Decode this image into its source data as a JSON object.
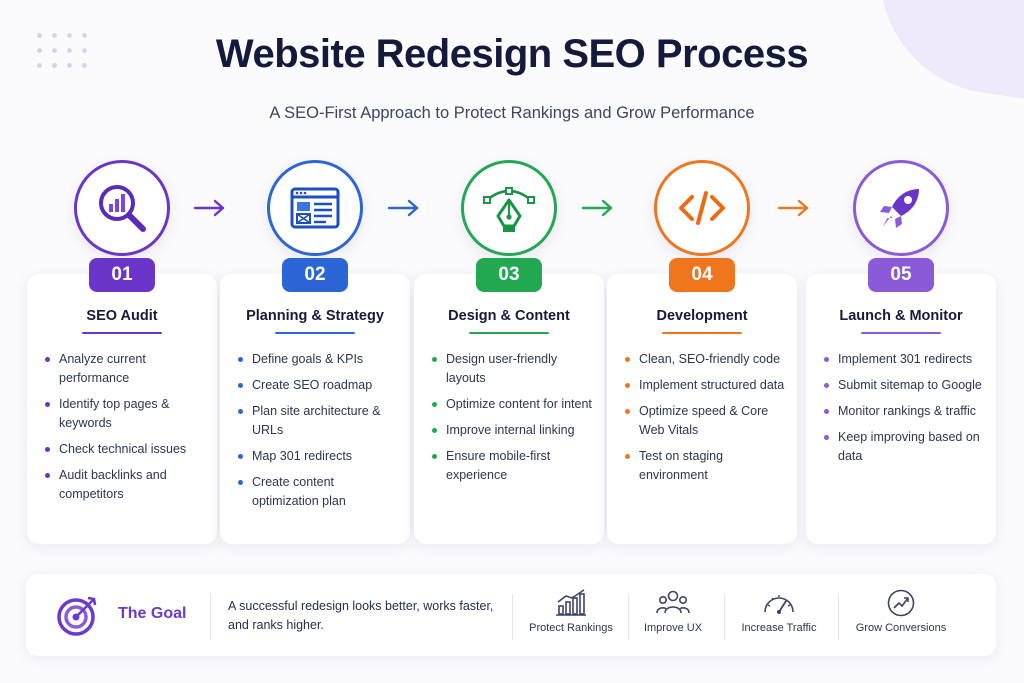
{
  "header": {
    "title": "Website Redesign SEO Process",
    "subtitle": "A SEO-First Approach to Protect Rankings and Grow Performance"
  },
  "colors": {
    "purple": "#6b35c9",
    "blue": "#2c66d6",
    "green": "#22a850",
    "orange": "#f0761e",
    "violet": "#8a5ad8",
    "goal_accent": "#6a3ad0"
  },
  "steps": [
    {
      "number": "01",
      "title": "SEO Audit",
      "icon": "magnifier-chart-icon",
      "color": "#6b35c9",
      "bullets": [
        "Analyze current performance",
        "Identify top pages & keywords",
        "Check technical issues",
        "Audit backlinks and competitors"
      ]
    },
    {
      "number": "02",
      "title": "Planning & Strategy",
      "icon": "browser-layout-icon",
      "color": "#2c66d6",
      "bullets": [
        "Define goals & KPIs",
        "Create SEO roadmap",
        "Plan site architecture & URLs",
        "Map 301 redirects",
        "Create content optimization plan"
      ]
    },
    {
      "number": "03",
      "title": "Design & Content",
      "icon": "pen-tool-icon",
      "color": "#22a850",
      "bullets": [
        "Design user-friendly layouts",
        "Optimize content for intent",
        "Improve internal linking",
        "Ensure mobile-first experience"
      ]
    },
    {
      "number": "04",
      "title": "Development",
      "icon": "code-brackets-icon",
      "color": "#f0761e",
      "bullets": [
        "Clean, SEO-friendly code",
        "Implement structured data",
        "Optimize speed & Core Web Vitals",
        "Test on staging environment"
      ]
    },
    {
      "number": "05",
      "title": "Launch & Monitor",
      "icon": "rocket-icon",
      "color": "#8a5ad8",
      "bullets": [
        "Implement 301 redirects",
        "Submit sitemap to Google",
        "Monitor rankings & traffic",
        "Keep improving based on data"
      ]
    }
  ],
  "goal": {
    "title": "The Goal",
    "text": "A successful redesign looks better, works faster, and ranks higher.",
    "icon": "target-icon",
    "metrics": [
      {
        "label": "Protect Rankings",
        "icon": "bar-growth-icon"
      },
      {
        "label": "Improve UX",
        "icon": "users-icon"
      },
      {
        "label": "Increase Traffic",
        "icon": "speedometer-icon"
      },
      {
        "label": "Grow Conversions",
        "icon": "growth-circle-icon"
      }
    ]
  }
}
